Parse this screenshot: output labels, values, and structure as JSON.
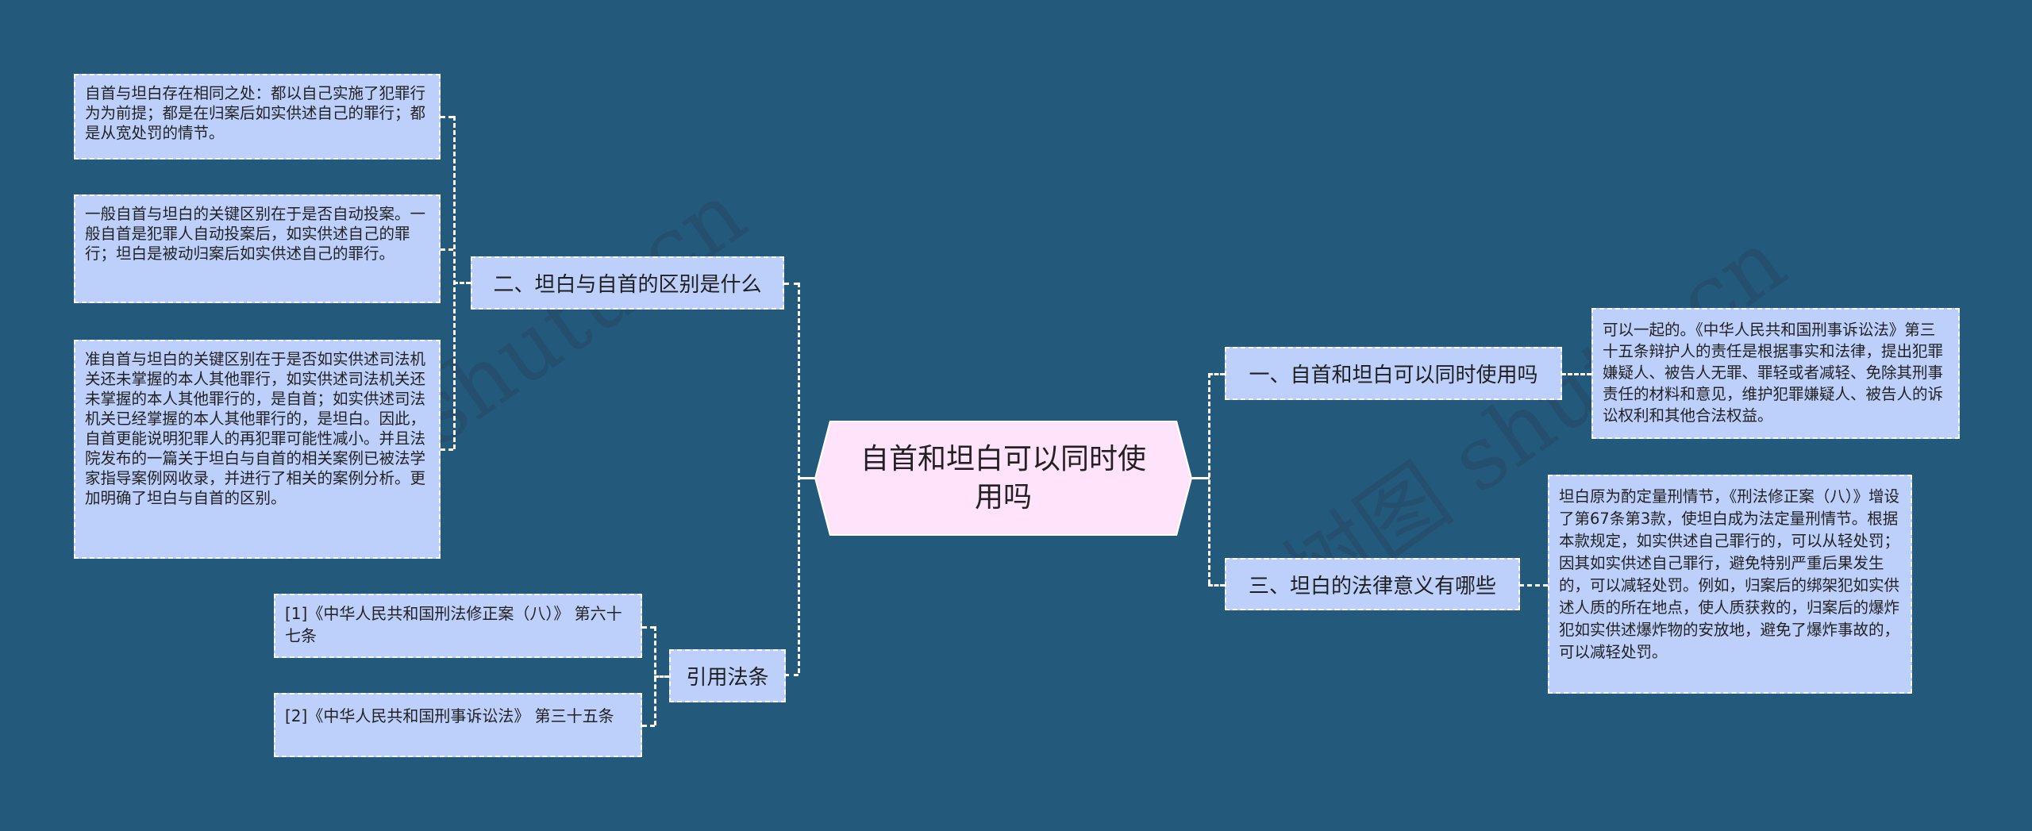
{
  "title": "自首和坦白可以同时使用吗",
  "colors": {
    "background": "#235a7c",
    "node_fill": "#bdd0fb",
    "center_fill": "#ffe3fb",
    "connector": "#ffffff",
    "text": "#222222"
  },
  "watermark": "树图 shutu.cn",
  "left": {
    "branch_difference": {
      "label": "二、坦白与自首的区别是什么",
      "leaves": [
        "自首与坦白存在相同之处：都以自己实施了犯罪行为为前提；都是在归案后如实供述自己的罪行；都是从宽处罚的情节。",
        "一般自首与坦白的关键区别在于是否自动投案。一般自首是犯罪人自动投案后，如实供述自己的罪行；坦白是被动归案后如实供述自己的罪行。",
        "准自首与坦白的关键区别在于是否如实供述司法机关还未掌握的本人其他罪行，如实供述司法机关还未掌握的本人其他罪行的，是自首；如实供述司法机关已经掌握的本人其他罪行的，是坦白。因此，自首更能说明犯罪人的再犯罪可能性减小。并且法院发布的一篇关于坦白与自首的相关案例已被法学家指导案例网收录，并进行了相关的案例分析。更加明确了坦白与自首的区别。"
      ]
    },
    "branch_citations": {
      "label": "引用法条",
      "leaves": [
        "[1]《中华人民共和国刑法修正案（八）》 第六十七条",
        "[2]《中华人民共和国刑事诉讼法》 第三十五条"
      ]
    }
  },
  "right": {
    "branch_concurrent": {
      "label": "一、自首和坦白可以同时使用吗",
      "leaves": [
        "可以一起的。《中华人民共和国刑事诉讼法》第三十五条辩护人的责任是根据事实和法律，提出犯罪嫌疑人、被告人无罪、罪轻或者减轻、免除其刑事责任的材料和意见，维护犯罪嫌疑人、被告人的诉讼权利和其他合法权益。"
      ]
    },
    "branch_legal_meaning": {
      "label": "三、坦白的法律意义有哪些",
      "leaves": [
        "坦白原为酌定量刑情节，《刑法修正案（八）》增设了第67条第3款，使坦白成为法定量刑情节。根据本款规定，如实供述自己罪行的，可以从轻处罚；因其如实供述自己罪行，避免特别严重后果发生的，可以减轻处罚。例如，归案后的绑架犯如实供述人质的所在地点，使人质获救的，归案后的爆炸犯如实供述爆炸物的安放地，避免了爆炸事故的，可以减轻处罚。"
      ]
    }
  }
}
